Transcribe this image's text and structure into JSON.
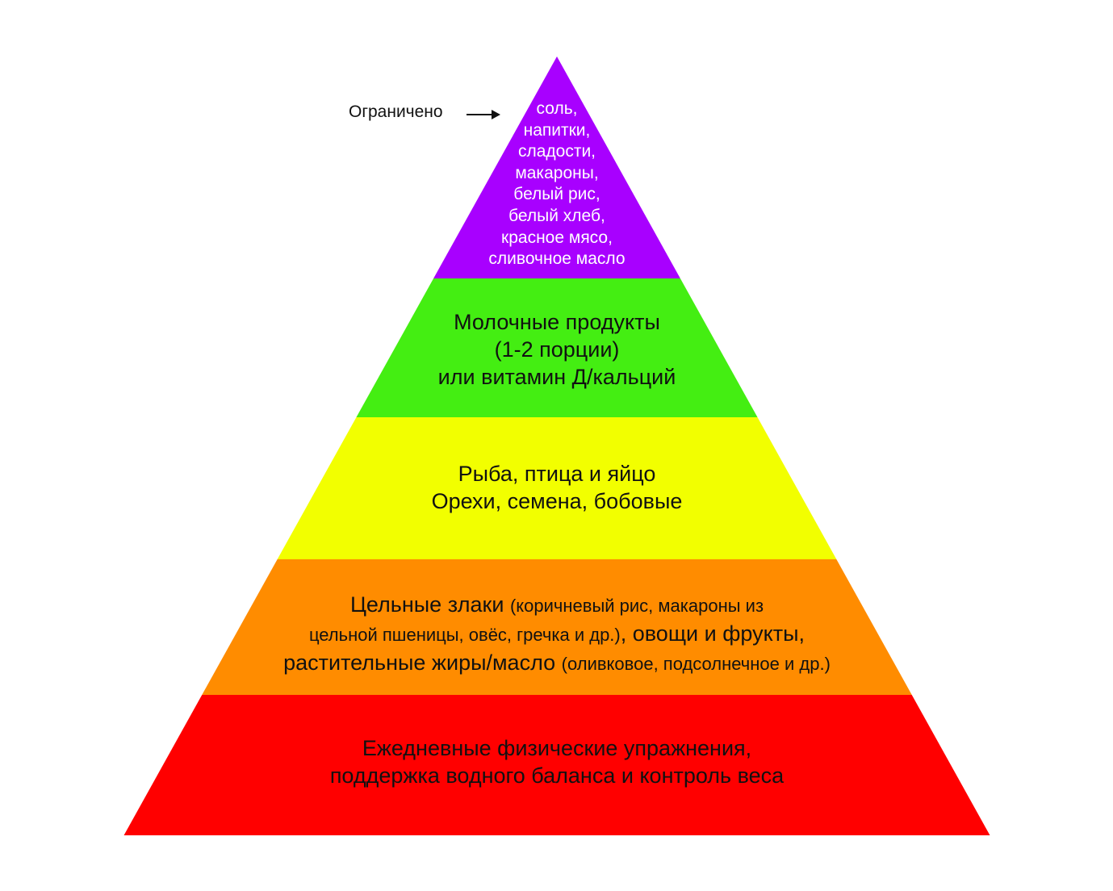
{
  "annotation": {
    "label": "Ограничено"
  },
  "layers": [
    {
      "name": "limited",
      "color": "#a800ff",
      "lines": [
        "соль,",
        "напитки,",
        "сладости,",
        "макароны,",
        "белый рис,",
        "белый хлеб,",
        "красное мясо,",
        "сливочное масло"
      ]
    },
    {
      "name": "dairy",
      "color": "#44ee12",
      "lines": [
        "Молочные продукты",
        "(1-2 порции)",
        "или витамин Д/кальций"
      ]
    },
    {
      "name": "protein",
      "color": "#f2ff00",
      "lines": [
        "Рыба, птица и яйцо",
        "Орехи, семена, бобовые"
      ]
    },
    {
      "name": "grains",
      "color": "#ff8c00",
      "parts": {
        "a": "Цельные злаки ",
        "b": "(коричневый рис, макароны из",
        "c": "цельной пшеницы, овёс, гречка и др.)",
        "d": ", овощи и фрукты,",
        "e": "растительные жиры/масло ",
        "f": "(оливковое, подсолнечное и др.)"
      }
    },
    {
      "name": "base",
      "color": "#ff0000",
      "lines": [
        "Ежедневные физические упражнения,",
        "поддержка водного баланса и контроль веса"
      ]
    }
  ]
}
